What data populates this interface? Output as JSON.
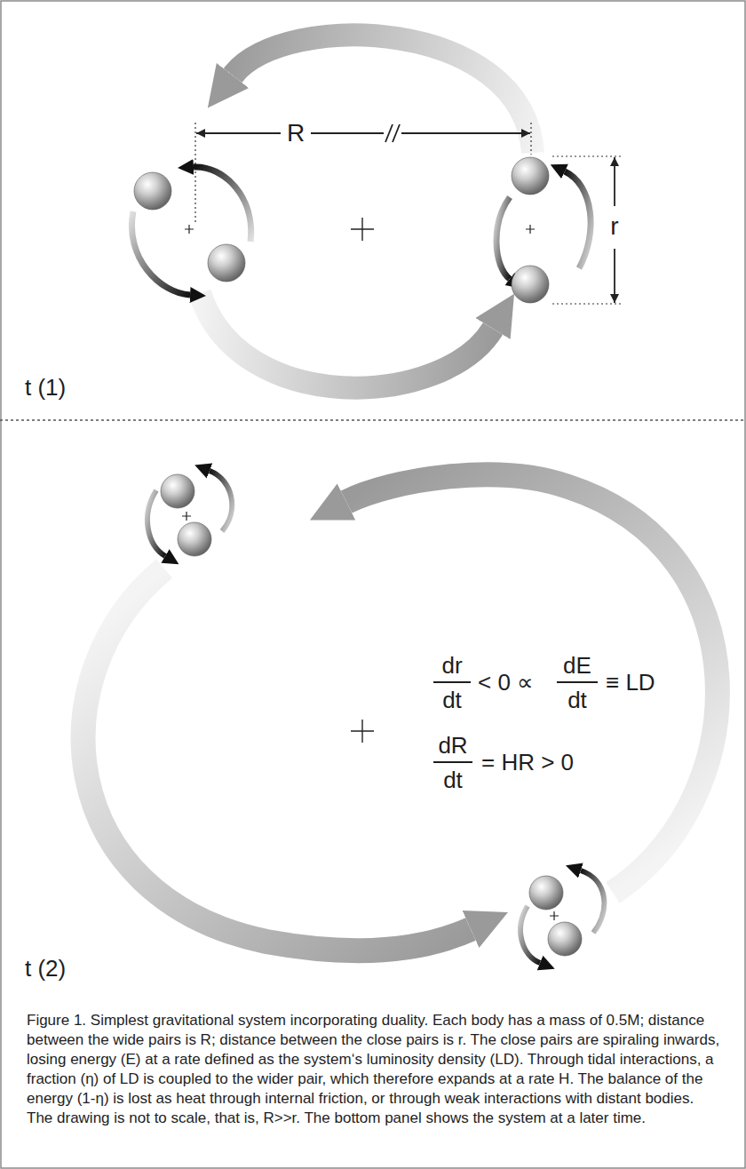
{
  "diagram": {
    "caption": "Figure 1. Simplest gravitational system incorporating duality. Each body has a mass of 0.5M; distance between the wide pairs is R; distance between the close pairs is r. The close pairs are spiraling inwards, losing energy (E) at a rate defined as the system‘s luminosity density (LD). Through tidal interactions, a fraction (η) of LD is coupled to the wider pair, which therefore expands at a rate H. The balance of the energy (1-η) is lost as heat through internal friction, or through weak interactions with distant bodies. The drawing is not to scale, that is, R>>r. The bottom panel shows the system at a later time.",
    "labels": [
      "R",
      "r",
      "t (1)",
      "dr",
      "dt",
      "< 0 ∝",
      "dE",
      "dt",
      "≡ LD",
      "dR",
      "dt",
      "= HR > 0",
      "t (2)"
    ]
  }
}
